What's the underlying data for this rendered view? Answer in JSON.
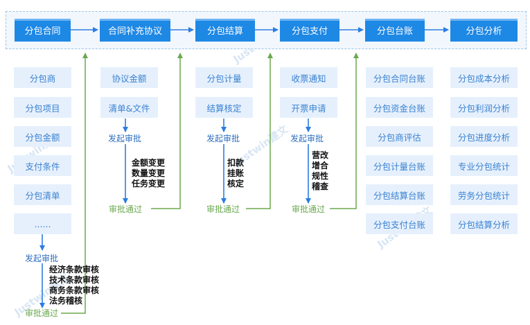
{
  "stages": [
    "分包合同",
    "合同补充协议",
    "分包结算",
    "分包支付",
    "分包台账",
    "分包分析"
  ],
  "col1": {
    "items": [
      "分包商",
      "分包项目",
      "分包金额",
      "支付条件",
      "分包清单",
      "......"
    ],
    "initiate": "发起审批",
    "reviews": [
      "经济条款审核",
      "技术条款审核",
      "商务条款审核",
      "法务稽核"
    ],
    "approved": "审批通过"
  },
  "col2": {
    "items": [
      "协议金额",
      "清单&文件"
    ],
    "initiate": "发起审批",
    "reviews": [
      "金额变更",
      "数量变更",
      "任务变更"
    ],
    "approved": "审批通过"
  },
  "col3": {
    "items": [
      "分包计量",
      "结算核定"
    ],
    "initiate": "发起审批",
    "reviews": [
      "扣款",
      "挂账",
      "核定"
    ],
    "approved": "审批通过"
  },
  "col4": {
    "items": [
      "收票通知",
      "开票申请"
    ],
    "initiate": "发起审批",
    "reviews": [
      "营改",
      "增合",
      "规性",
      "稽查"
    ],
    "approved": "审批通过"
  },
  "col5": {
    "items": [
      "分包合同台账",
      "分包资金台账",
      "分包商评估",
      "分包计量台账",
      "分包结算台账",
      "分包支付台账"
    ]
  },
  "col6": {
    "items": [
      "分包成本分析",
      "分包利润分析",
      "分包进度分析",
      "专业分包统计",
      "劳务分包统计",
      "分包结算分析"
    ]
  },
  "watermark": "Justwin建文",
  "colors": {
    "stage": "#1e88e5",
    "box_bg": "#e6f0fd",
    "box_text": "#3a82cf",
    "blue_line": "#2a7de1",
    "green_line": "#6aa84f"
  }
}
